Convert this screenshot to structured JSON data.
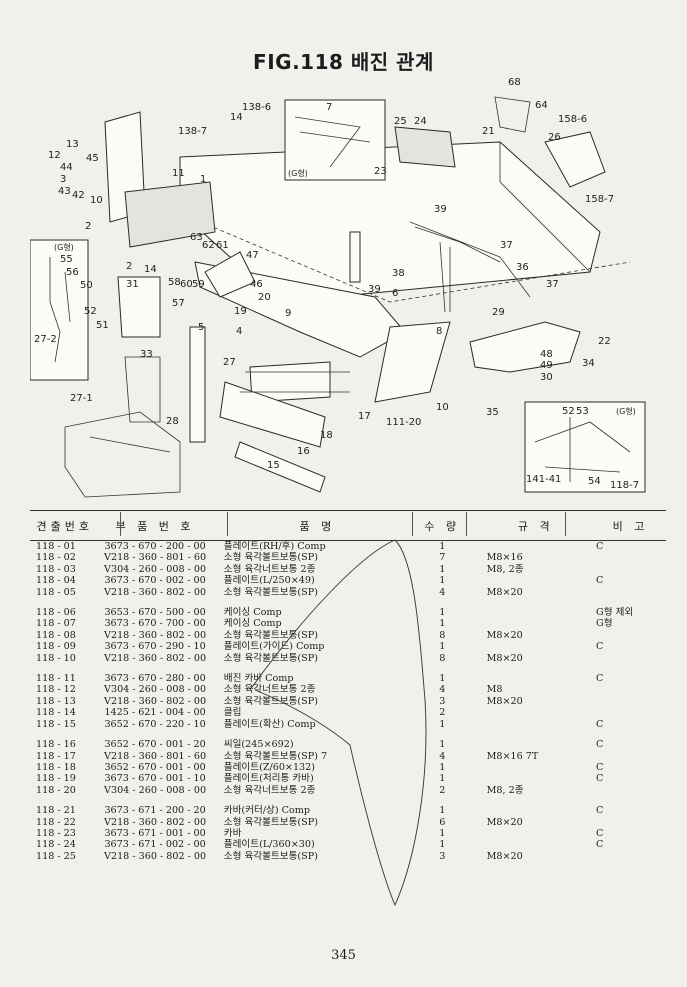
{
  "title": "FIG.118 배진 관계",
  "diagram_labels": {
    "l68": "68",
    "l64": "64",
    "l138_6": "138-6",
    "l138_7": "138-7",
    "l14": "14",
    "l7": "7",
    "lg1": "(G형)",
    "l25": "25",
    "l24": "24",
    "l21": "21",
    "l158_6": "158-6",
    "l26": "26",
    "l23": "23",
    "l158_7": "158-7",
    "l13": "13",
    "l12": "12",
    "l45": "45",
    "l44": "44",
    "l3": "3",
    "l43": "43",
    "l42": "42",
    "l10a": "10",
    "l11": "11",
    "l1": "1",
    "l39a": "39",
    "l2a": "2",
    "l63": "63",
    "l62": "62",
    "l61": "61",
    "l37a": "37",
    "l55": "55",
    "lg2": "(G형)",
    "l56": "56",
    "l2b": "2",
    "l14b": "14",
    "l47": "47",
    "l46": "46",
    "l20": "20",
    "l38": "38",
    "l39b": "39",
    "l36": "36",
    "l37b": "37",
    "l58": "58",
    "l60": "60",
    "l59": "59",
    "l57": "57",
    "l50": "50",
    "l52": "52",
    "l51": "51",
    "l31": "31",
    "l19": "19",
    "l5": "5",
    "l4": "4",
    "l6": "6",
    "l29": "29",
    "l22": "22",
    "l27_2": "27-2",
    "l33": "33",
    "l9": "9",
    "l8": "8",
    "l48": "48",
    "l49": "49",
    "l30": "30",
    "l34": "34",
    "l27": "27",
    "l27_1": "27-1",
    "l35": "35",
    "l10b": "10",
    "l17": "17",
    "l111_20": "111-20",
    "l28": "28",
    "l18": "18",
    "l16": "16",
    "l15": "15",
    "l52b": "52",
    "l53": "53",
    "lg3": "(G형)",
    "l141_41": "141-41",
    "l54": "54",
    "l118_7": "118-7"
  },
  "table": {
    "headers": [
      "견출번호",
      "부 품 번 호",
      "품 명",
      "수 량",
      "규 격",
      "비 고"
    ],
    "groups": [
      [
        {
          "no": "118 - 01",
          "pn": "3673 - 670 - 200 - 00",
          "name": "플레이트(RH/후) Comp",
          "qty": "1",
          "spec": "",
          "remark": "C"
        },
        {
          "no": "118 - 02",
          "pn": "V218 - 360 - 801 - 60",
          "name": "소형 육각볼트보통(SP)",
          "qty": "7",
          "spec": "M8×16",
          "remark": ""
        },
        {
          "no": "118 - 03",
          "pn": "V304 - 260 - 008 - 00",
          "name": "소형 육각너트보통 2종",
          "qty": "1",
          "spec": "M8, 2종",
          "remark": ""
        },
        {
          "no": "118 - 04",
          "pn": "3673 - 670 - 002 - 00",
          "name": "플레이트(L/250×49)",
          "qty": "1",
          "spec": "",
          "remark": "C"
        },
        {
          "no": "118 - 05",
          "pn": "V218 - 360 - 802 - 00",
          "name": "소형 육각볼트보통(SP)",
          "qty": "4",
          "spec": "M8×20",
          "remark": ""
        }
      ],
      [
        {
          "no": "118 - 06",
          "pn": "3653 - 670 - 500 - 00",
          "name": "케이싱 Comp",
          "qty": "1",
          "spec": "",
          "remark": "G형 제외"
        },
        {
          "no": "118 - 07",
          "pn": "3673 - 670 - 700 - 00",
          "name": "케이싱 Comp",
          "qty": "1",
          "spec": "",
          "remark": "G형"
        },
        {
          "no": "118 - 08",
          "pn": "V218 - 360 - 802 - 00",
          "name": "소형 육각볼트보통(SP)",
          "qty": "8",
          "spec": "M8×20",
          "remark": ""
        },
        {
          "no": "118 - 09",
          "pn": "3673 - 670 - 290 - 10",
          "name": "플레이트(가이드) Comp",
          "qty": "1",
          "spec": "",
          "remark": "C"
        },
        {
          "no": "118 - 10",
          "pn": "V218 - 360 - 802 - 00",
          "name": "소형 육각볼트보통(SP)",
          "qty": "8",
          "spec": "M8×20",
          "remark": ""
        }
      ],
      [
        {
          "no": "118 - 11",
          "pn": "3673 - 670 - 280 - 00",
          "name": "배진 카바 Comp",
          "qty": "1",
          "spec": "",
          "remark": "C"
        },
        {
          "no": "118 - 12",
          "pn": "V304 - 260 - 008 - 00",
          "name": "소형 육각너트보통 2종",
          "qty": "4",
          "spec": "M8",
          "remark": ""
        },
        {
          "no": "118 - 13",
          "pn": "V218 - 360 - 802 - 00",
          "name": "소형 육각볼트보통(SP)",
          "qty": "3",
          "spec": "M8×20",
          "remark": ""
        },
        {
          "no": "118 - 14",
          "pn": "1425 - 621 - 004 - 00",
          "name": "클립",
          "qty": "2",
          "spec": "",
          "remark": ""
        },
        {
          "no": "118 - 15",
          "pn": "3652 - 670 - 220 - 10",
          "name": "플레이트(확산) Comp",
          "qty": "1",
          "spec": "",
          "remark": "C"
        }
      ],
      [
        {
          "no": "118 - 16",
          "pn": "3652 - 670 - 001 - 20",
          "name": "씨일(245×692)",
          "qty": "1",
          "spec": "",
          "remark": "C"
        },
        {
          "no": "118 - 17",
          "pn": "V218 - 360 - 801 - 60",
          "name": "소형 육각볼트보통(SP) 7",
          "qty": "4",
          "spec": "M8×16 7T",
          "remark": ""
        },
        {
          "no": "118 - 18",
          "pn": "3652 - 670 - 001 - 00",
          "name": "플레이트(Z/60×132)",
          "qty": "1",
          "spec": "",
          "remark": "C"
        },
        {
          "no": "118 - 19",
          "pn": "3673 - 670 - 001 - 10",
          "name": "플레이트(처리통 카바)",
          "qty": "1",
          "spec": "",
          "remark": "C"
        },
        {
          "no": "118 - 20",
          "pn": "V304 - 260 - 008 - 00",
          "name": "소형 육각너트보통 2종",
          "qty": "2",
          "spec": "M8, 2종",
          "remark": ""
        }
      ],
      [
        {
          "no": "118 - 21",
          "pn": "3673 - 671 - 200 - 20",
          "name": "카바(커터/상) Comp",
          "qty": "1",
          "spec": "",
          "remark": "C"
        },
        {
          "no": "118 - 22",
          "pn": "V218 - 360 - 802 - 00",
          "name": "소형 육각볼트보통(SP)",
          "qty": "6",
          "spec": "M8×20",
          "remark": ""
        },
        {
          "no": "118 - 23",
          "pn": "3673 - 671 - 001 - 00",
          "name": "카바",
          "qty": "1",
          "spec": "",
          "remark": "C"
        },
        {
          "no": "118 - 24",
          "pn": "3673 - 671 - 002 - 00",
          "name": "플레이트(L/360×30)",
          "qty": "1",
          "spec": "",
          "remark": "C"
        },
        {
          "no": "118 - 25",
          "pn": "V218 - 360 - 802 - 00",
          "name": "소형 육각볼트보통(SP)",
          "qty": "3",
          "spec": "M8×20",
          "remark": ""
        }
      ]
    ]
  },
  "page_number": "345"
}
